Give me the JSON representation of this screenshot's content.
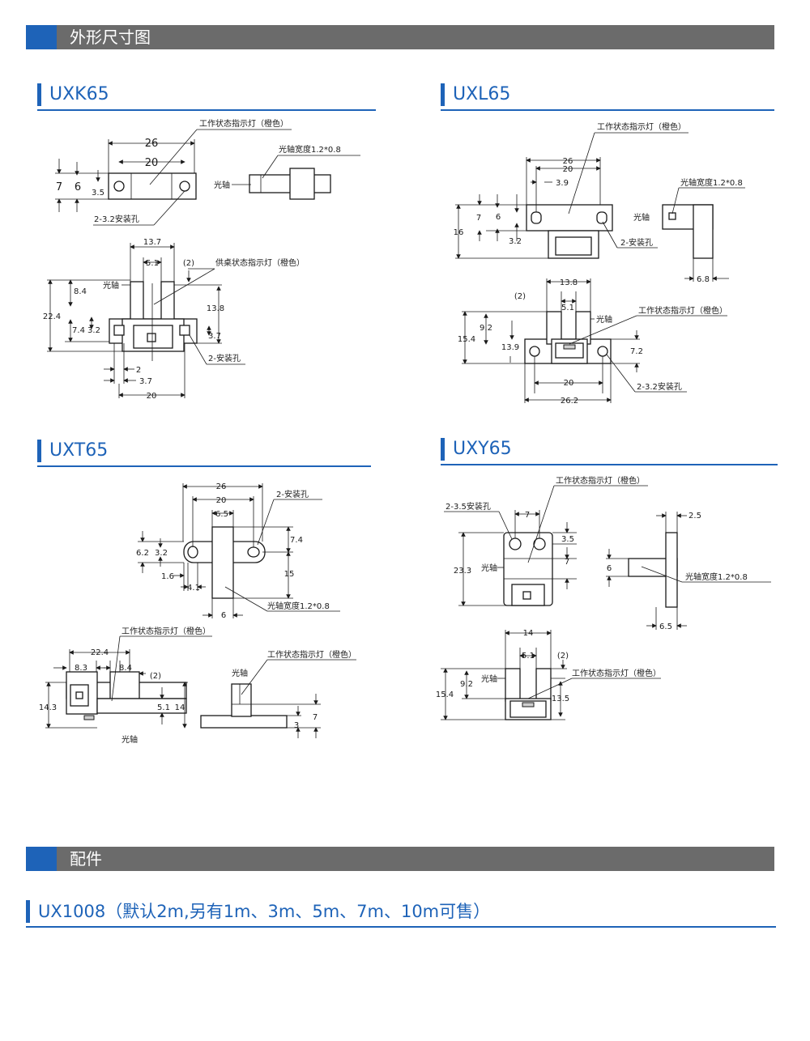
{
  "section_outline": {
    "title": "外形尺寸图"
  },
  "section_accessory": {
    "title": "配件"
  },
  "accessory": {
    "title": "UX1008（默认2m,另有1m、3m、5m、7m、10m可售）"
  },
  "uxk65": {
    "title": "UXK65",
    "labels": {
      "indicator_top": "工作状态指示灯（橙色）",
      "slot_width": "光轴宽度1.2*0.8",
      "optical_axis_side": "光轴",
      "mount_holes_top": "2-3.2安装孔",
      "optical_axis_front": "光轴",
      "indicator_front": "供桌状态指示灯（橙色）",
      "mount_holes_front": "2-安装孔"
    },
    "dims": {
      "d26": "26",
      "d20": "20",
      "d7": "7",
      "d6": "6",
      "d3_5": "3.5",
      "d13_7": "13.7",
      "d5_1": "5.1",
      "d2p": "(2)",
      "d8_4": "8.4",
      "d22_4": "22.4",
      "d13_8": "13.8",
      "d7_4": "7.4",
      "d3_2": "3.2",
      "d3_7a": "3.7",
      "d2": "2",
      "d3_7b": "3.7",
      "d20b": "20"
    }
  },
  "uxl65": {
    "title": "UXL65",
    "labels": {
      "indicator_top": "工作状态指示灯（橙色）",
      "slot_width": "光轴宽度1.2*0.8",
      "optical_axis_side": "光轴",
      "mount_holes_top": "2-安装孔",
      "optical_axis_front": "光轴",
      "indicator_front": "工作状态指示灯（橙色）",
      "mount_holes_front": "2-3.2安装孔"
    },
    "dims": {
      "d26": "26",
      "d20": "20",
      "d3_9": "3.9",
      "d7": "7",
      "d6": "6",
      "d16": "16",
      "d3_2": "3.2",
      "d6_8": "6.8",
      "d13_8": "13.8",
      "d2p": "(2)",
      "d5_1": "5.1",
      "d9_2": "9.2",
      "d15_4": "15.4",
      "d13_9": "13.9",
      "d7_2": "7.2",
      "d20b": "20",
      "d26_2": "26.2"
    }
  },
  "uxt65": {
    "title": "UXT65",
    "labels": {
      "mount_holes": "2-安装孔",
      "slot_width": "光轴宽度1.2*0.8",
      "indicator_a": "工作状态指示灯（橙色）",
      "indicator_b": "工作状态指示灯（橙色）",
      "optical_axis_side": "光轴",
      "optical_axis_bottom": "光轴"
    },
    "dims": {
      "d26": "26",
      "d20": "20",
      "d6_5": "6.5",
      "d7_4": "7.4",
      "d6_2": "6.2",
      "d3_2": "3.2",
      "d15": "15",
      "d1_6": "1.6",
      "d4_1": "4.1",
      "d6": "6",
      "d22_4": "22.4",
      "d8_3": "8.3",
      "d8_4": "8.4",
      "d2p": "(2)",
      "d14_3": "14.3",
      "d5_1": "5.1",
      "d14": "14",
      "d7": "7",
      "d3": "3"
    }
  },
  "uxy65": {
    "title": "UXY65",
    "labels": {
      "indicator_top": "工作状态指示灯（橙色）",
      "mount_holes": "2-3.5安装孔",
      "optical_axis_top": "光轴",
      "slot_width": "光轴宽度1.2*0.8",
      "optical_axis_front": "光轴",
      "indicator_front": "工作状态指示灯（橙色）"
    },
    "dims": {
      "d7": "7",
      "d23_3": "23.3",
      "d3_5": "3.5",
      "d7b": "7",
      "d2_5": "2.5",
      "d6": "6",
      "d6_5": "6.5",
      "d14": "14",
      "d5_1": "5.1",
      "d2p": "(2)",
      "d9_2": "9.2",
      "d15_4": "15.4",
      "d13_5": "13.5"
    }
  }
}
